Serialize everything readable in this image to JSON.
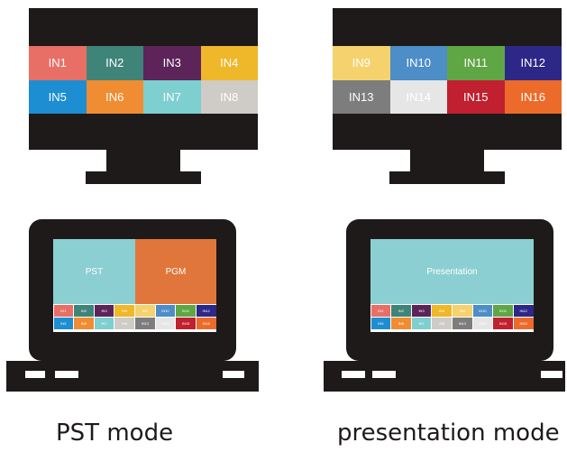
{
  "monitors": [
    {
      "name": "left",
      "tiles": [
        {
          "label": "IN1",
          "color": "#e86f66"
        },
        {
          "label": "IN2",
          "color": "#3f8479"
        },
        {
          "label": "IN3",
          "color": "#5c2459"
        },
        {
          "label": "IN4",
          "color": "#efb72a"
        },
        {
          "label": "IN5",
          "color": "#1d8ed1"
        },
        {
          "label": "IN6",
          "color": "#f08d32"
        },
        {
          "label": "IN7",
          "color": "#7ecfd0"
        },
        {
          "label": "IN8",
          "color": "#cfcbc6"
        }
      ]
    },
    {
      "name": "right",
      "tiles": [
        {
          "label": "IN9",
          "color": "#f6d26e"
        },
        {
          "label": "IN10",
          "color": "#4d8dc8"
        },
        {
          "label": "IN11",
          "color": "#5fa645"
        },
        {
          "label": "IN12",
          "color": "#2d2788"
        },
        {
          "label": "IN13",
          "color": "#7d7d7d"
        },
        {
          "label": "IN14",
          "color": "#e6e6e6"
        },
        {
          "label": "IN15",
          "color": "#c0202f"
        },
        {
          "label": "IN16",
          "color": "#ec6b2a"
        }
      ]
    }
  ],
  "laptops": [
    {
      "name": "pst",
      "panes": [
        {
          "label": "PST",
          "color": "#8bcfd2"
        },
        {
          "label": "PGM",
          "color": "#e0763b"
        }
      ]
    },
    {
      "name": "presentation",
      "panes": [
        {
          "label": "Presentation",
          "color": "#8bcfd2"
        }
      ]
    }
  ],
  "mini_tiles": [
    {
      "label": "IN1",
      "color": "#e86f66"
    },
    {
      "label": "IN2",
      "color": "#3f8479"
    },
    {
      "label": "IN3",
      "color": "#5c2459"
    },
    {
      "label": "IN4",
      "color": "#efb72a"
    },
    {
      "label": "IN9",
      "color": "#f6d26e"
    },
    {
      "label": "IN10",
      "color": "#4d8dc8"
    },
    {
      "label": "IN11",
      "color": "#5fa645"
    },
    {
      "label": "IN12",
      "color": "#2d2788"
    },
    {
      "label": "IN5",
      "color": "#1d8ed1"
    },
    {
      "label": "IN6",
      "color": "#f08d32"
    },
    {
      "label": "IN7",
      "color": "#7ecfd0"
    },
    {
      "label": "IN8",
      "color": "#cfcbc6"
    },
    {
      "label": "IN13",
      "color": "#7d7d7d"
    },
    {
      "label": "IN14",
      "color": "#e6e6e6"
    },
    {
      "label": "IN15",
      "color": "#c0202f"
    },
    {
      "label": "IN16",
      "color": "#ec6b2a"
    }
  ],
  "captions": {
    "left": "PST mode",
    "right": "presentation mode"
  }
}
